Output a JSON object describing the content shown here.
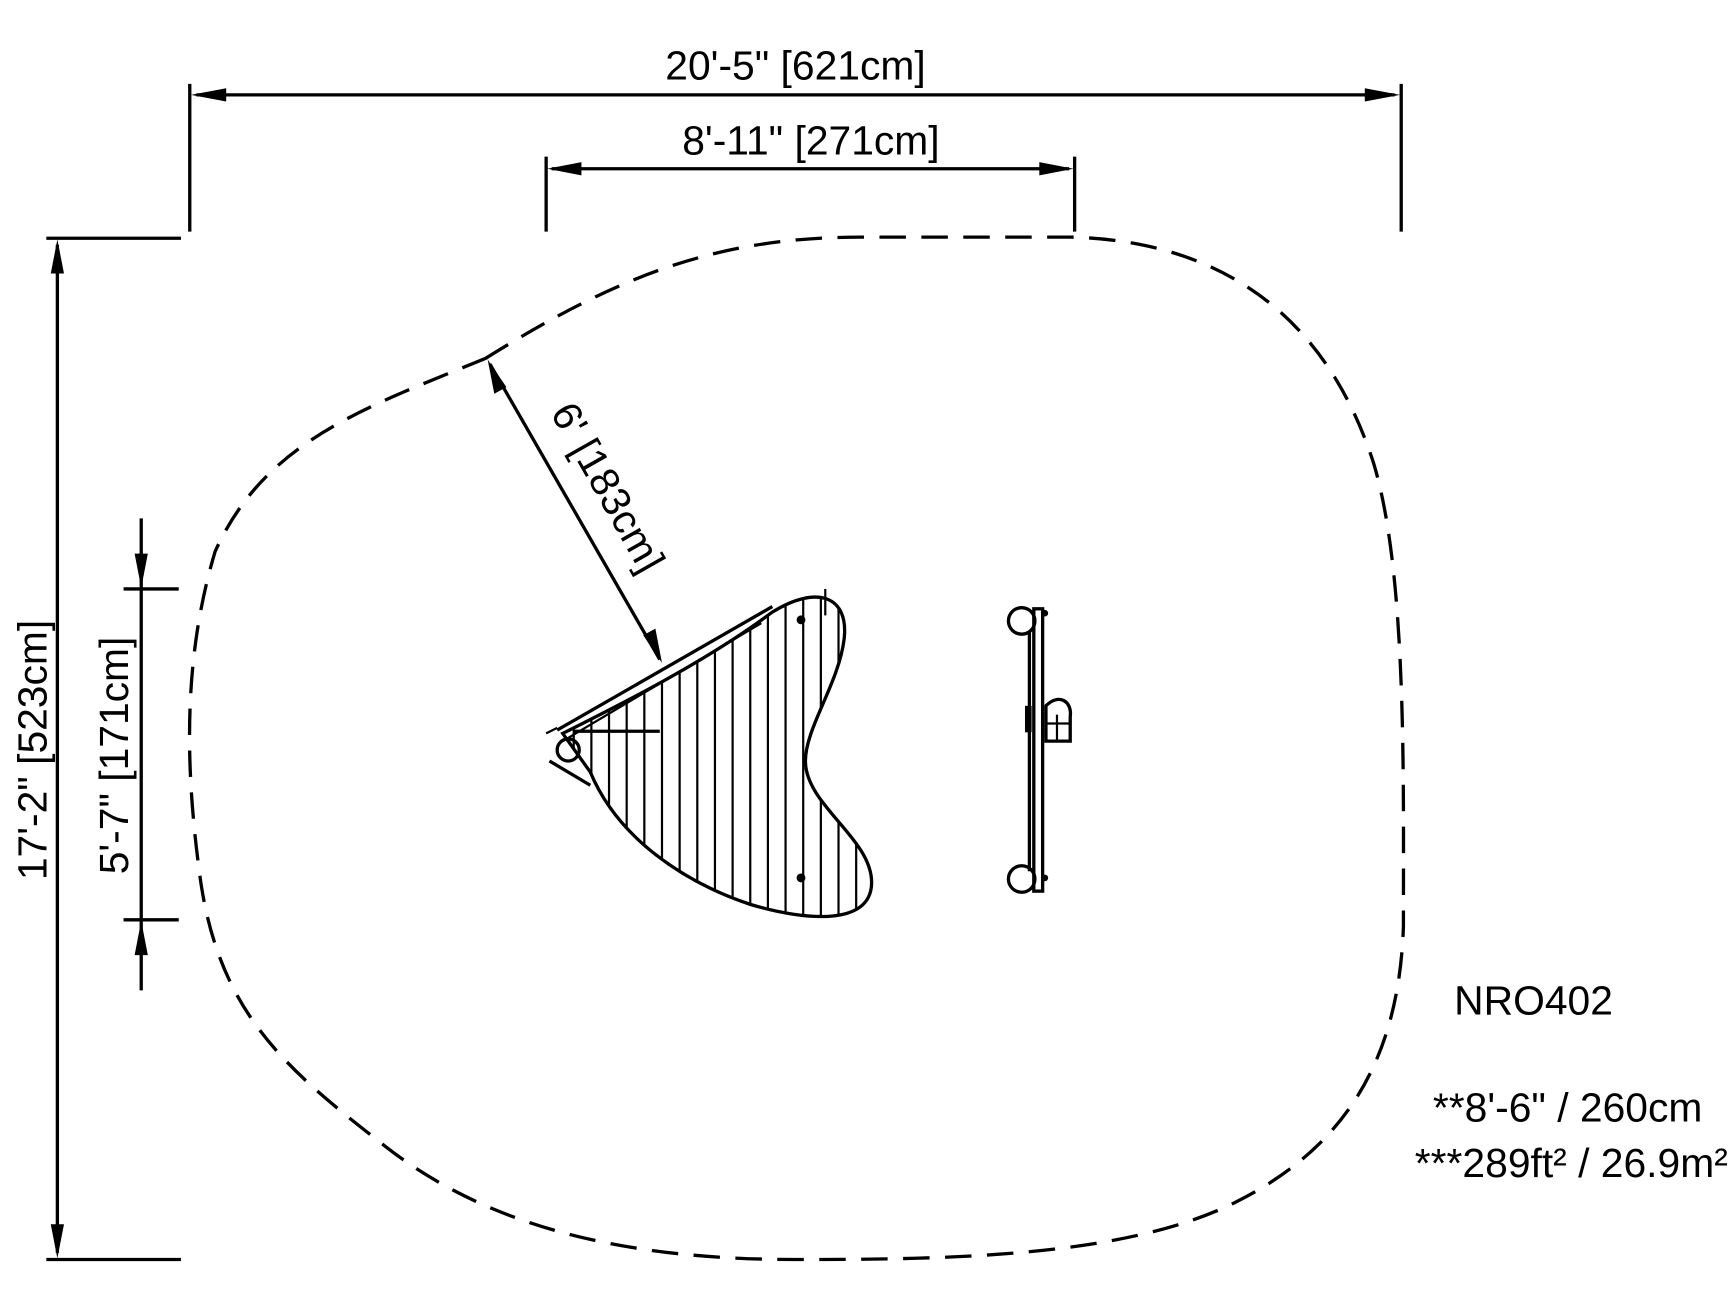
{
  "drawing": {
    "title": "Playground equipment footprint plan view",
    "model_code": "NRO402",
    "notes": {
      "fall_height": "**8'-6\" / 260cm",
      "use_zone_area": "***289ft² / 26.9m²"
    },
    "dimensions": {
      "overall_width": "20'-5\" [621cm]",
      "equipment_width": "8'-11\" [271cm]",
      "overall_depth": "17'-2\" [523cm]",
      "equipment_depth": "5'-7\" [171cm]",
      "safety_clearance": "6' [183cm]"
    },
    "colors": {
      "line": "#000000",
      "background": "#ffffff"
    }
  }
}
